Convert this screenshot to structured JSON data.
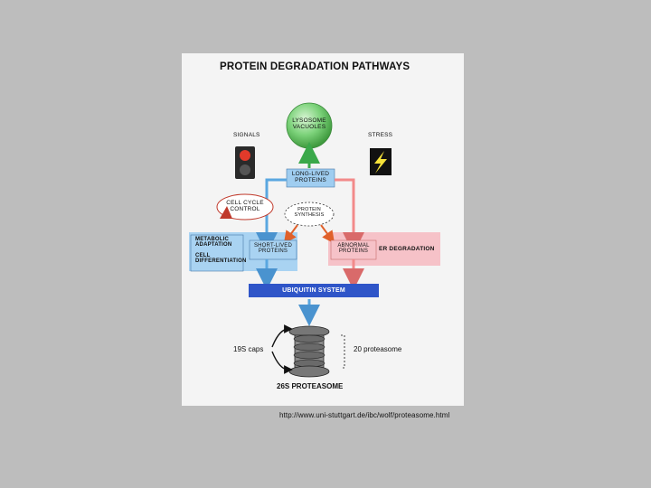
{
  "title": "PROTEIN DEGRADATION PATHWAYS",
  "lysosome": {
    "line1": "LYSOSOME",
    "line2": "VACUOLES"
  },
  "signals": "SIGNALS",
  "stress": "STRESS",
  "long_lived": {
    "line1": "LONG-LIVED",
    "line2": "PROTEINS"
  },
  "cell_cycle": {
    "line1": "CELL CYCLE",
    "line2": "CONTROL"
  },
  "protein_synthesis": {
    "line1": "PROTEIN",
    "line2": "SYNTHESIS"
  },
  "metabolic": {
    "line1": "METABOLIC",
    "line2": "ADAPTATION",
    "line3": "CELL",
    "line4": "DIFFERENTIATION"
  },
  "short_lived": {
    "line1": "SHORT-LIVED",
    "line2": "PROTEINS"
  },
  "abnormal": {
    "line1": "ABNORMAL",
    "line2": "PROTEINS"
  },
  "er_degradation": "ER DEGRADATION",
  "ubiquitin": "UBIQUITIN SYSTEM",
  "caps": "19S caps",
  "proteasome20": "20 proteasome",
  "proteasome26": "26S PROTEASOME",
  "url": "http://www.uni-stuttgart.de/ibc/wolf/proteasome.html",
  "colors": {
    "page_bg": "#bdbdbd",
    "panel_bg": "#f4f4f4",
    "blue_path": "#5aa7e0",
    "pink_path": "#f28a8a",
    "ubiquitin_box": "#2f55c8",
    "er_box": "#f6c2c8",
    "lysosome": "#7cd27a"
  }
}
